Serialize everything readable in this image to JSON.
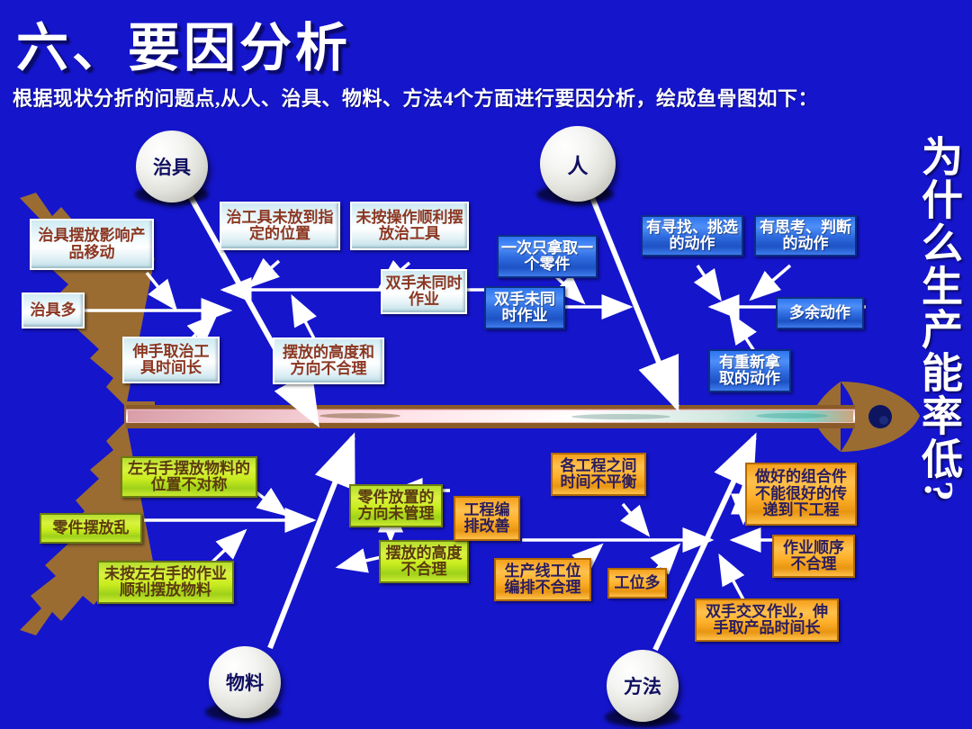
{
  "header": {
    "title": "六、要因分析",
    "subtitle": "根据现状分折的问题点,从人、治具、物料、方法4个方面进行要因分析，绘成鱼骨图如下："
  },
  "effect": {
    "vertical_question": "为什么生产能率低?"
  },
  "colors": {
    "background": "#1515cc",
    "spine_core": "#f7c9cf",
    "spine_edge": "#8a5a28",
    "fish_body": "#9a6c32",
    "eye": "#0d1560",
    "cyan_box_text": "#8c3722",
    "blue_box_text": "#ffffff",
    "green_box_text": "#5a3a10",
    "orange_box_text": "#2b1d5e"
  },
  "categories": [
    {
      "id": "jigs",
      "label": "治具",
      "sphere_position": "top-left",
      "box_style": "cyan",
      "causes": [
        "治具摆放影响产\n品移动",
        "治具多",
        "伸手取治工\n具时间长",
        "治工具未放到指\n定的位置",
        "未按操作顺利摆\n放治工具",
        "双手未同时\n作业",
        "摆放的高度和\n方向不合理"
      ]
    },
    {
      "id": "man",
      "label": "人",
      "sphere_position": "top-right",
      "box_style": "blue",
      "causes": [
        "一次只拿取一\n个零件",
        "双手未同\n时作业",
        "有寻找、挑选\n的动作",
        "有思考、判断\n的动作",
        "多余动作",
        "有重新拿\n取的动作"
      ]
    },
    {
      "id": "material",
      "label": "物料",
      "sphere_position": "bottom-left",
      "box_style": "green",
      "causes": [
        "左右手摆放物料的\n位置不对称",
        "零件摆放乱",
        "未按左右手的作业\n顺利摆放物料",
        "零件放置的\n方向未管理",
        "摆放的高度\n不合理"
      ]
    },
    {
      "id": "method",
      "label": "方法",
      "sphere_position": "bottom-right",
      "box_style": "orange",
      "causes": [
        "各工程之间\n时间不平衡",
        "工程编\n排改善",
        "生产线工位\n编排不合理",
        "工位多",
        "做好的组合件\n不能很好的传\n递到下工程",
        "作业顺序\n不合理",
        "双手交叉作业，伸\n手取产品时间长"
      ]
    }
  ],
  "boxes": {
    "jig_move": "治具摆放影响产\n品移动",
    "jig_many": "治具多",
    "jig_reach_time": "伸手取治工\n具时间长",
    "jig_no_place": "治工具未放到指\n定的位置",
    "jig_not_order": "未按操作顺利摆\n放治工具",
    "jig_two_hand": "双手未同时\n作业",
    "jig_height_dir": "摆放的高度和\n方向不合理",
    "man_one_part": "一次只拿取一\n个零件",
    "man_two_hand": "双手未同\n时作业",
    "man_search": "有寻找、挑选\n的动作",
    "man_think": "有思考、判断\n的动作",
    "man_extra": "多余动作",
    "man_retake": "有重新拿\n取的动作",
    "mat_asym": "左右手摆放物料的\n位置不对称",
    "mat_messy": "零件摆放乱",
    "mat_not_order": "未按左右手的作业\n顺利摆放物料",
    "mat_dir": "零件放置的\n方向未管理",
    "mat_height": "摆放的高度\n不合理",
    "met_unbalance": "各工程之间\n时间不平衡",
    "met_improve": "工程编\n排改善",
    "met_line": "生产线工位\n编排不合理",
    "met_stations": "工位多",
    "met_transfer": "做好的组合件\n不能很好的传\n递到下工程",
    "met_sequence": "作业顺序\n不合理",
    "met_cross": "双手交叉作业，伸\n手取产品时间长"
  },
  "spheres": {
    "jigs": "治具",
    "man": "人",
    "material": "物料",
    "method": "方法"
  }
}
